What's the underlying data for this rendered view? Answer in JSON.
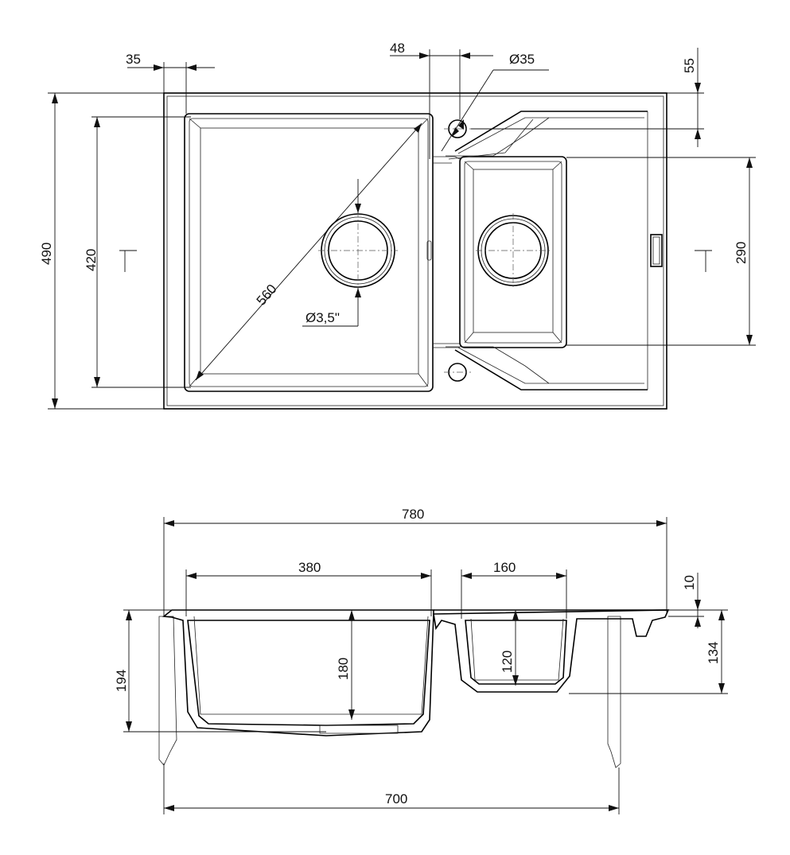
{
  "top_view": {
    "dims": {
      "overall_depth": "490",
      "bowl_depth": "420",
      "small_bowl_depth": "290",
      "rim_offset": "35",
      "tap_offset": "48",
      "tap_hole_diameter": "Ø35",
      "tap_from_edge": "55",
      "diagonal": "560",
      "drain_size": "Ø3,5\""
    }
  },
  "section_view": {
    "dims": {
      "overall_width": "780",
      "bowl_width": "380",
      "small_bowl_width": "160",
      "rim_thickness": "10",
      "overall_height": "194",
      "bowl_height": "180",
      "small_bowl_height": "120",
      "drainer_height": "134",
      "cutout_width": "700"
    }
  }
}
